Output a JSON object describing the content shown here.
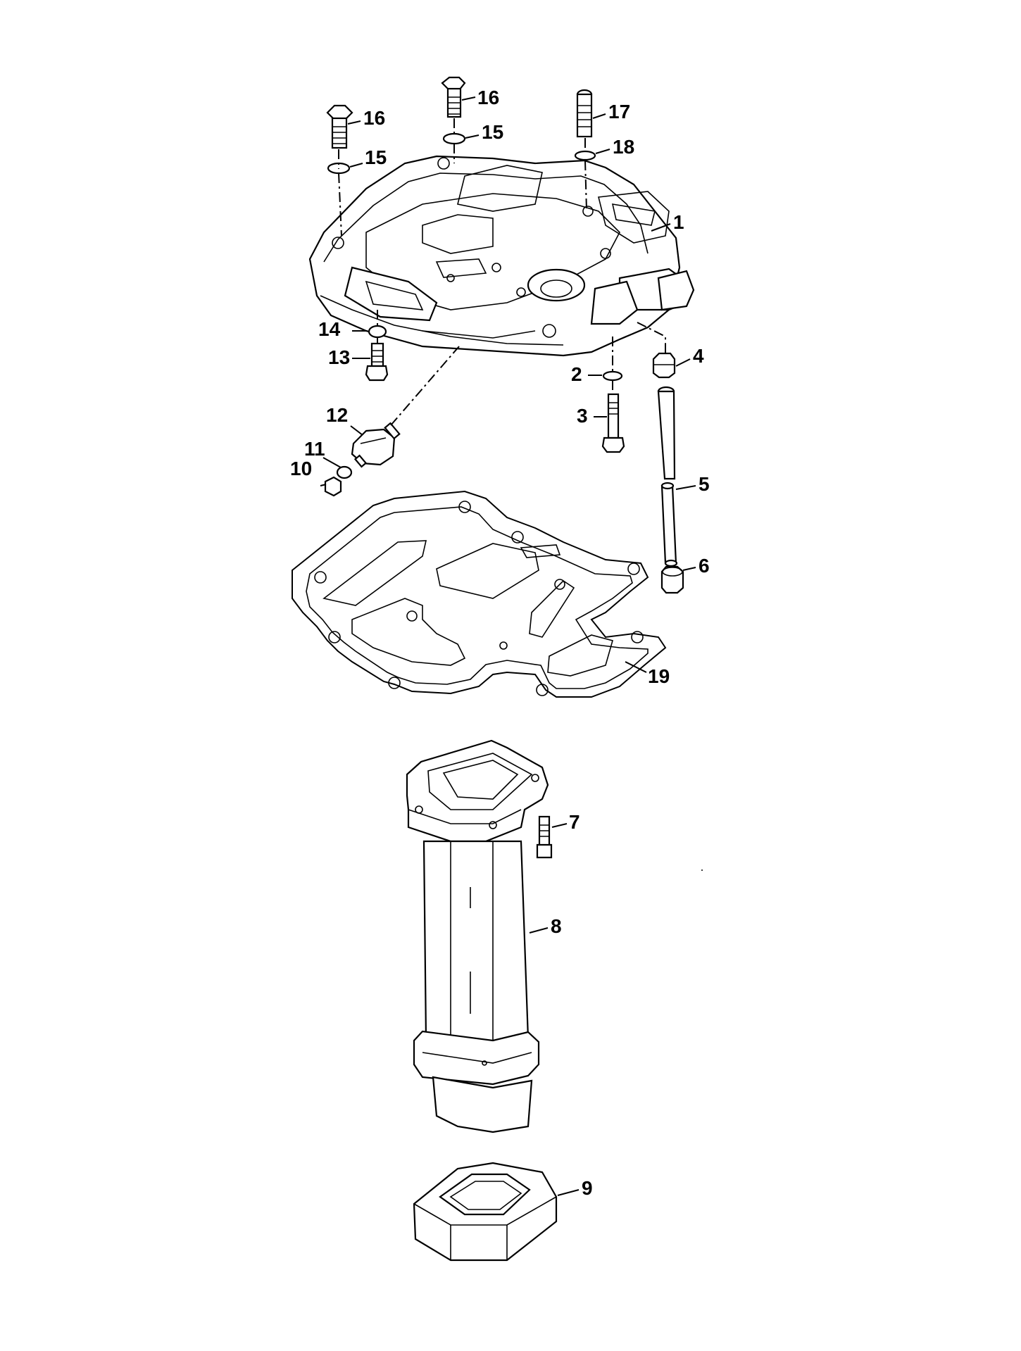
{
  "diagram": {
    "callouts": [
      {
        "id": "c1",
        "text": "1"
      },
      {
        "id": "c2",
        "text": "2"
      },
      {
        "id": "c3",
        "text": "3"
      },
      {
        "id": "c4",
        "text": "4"
      },
      {
        "id": "c5",
        "text": "5"
      },
      {
        "id": "c6",
        "text": "6"
      },
      {
        "id": "c7",
        "text": "7"
      },
      {
        "id": "c8",
        "text": "8"
      },
      {
        "id": "c9",
        "text": "9"
      },
      {
        "id": "c10",
        "text": "10"
      },
      {
        "id": "c11",
        "text": "11"
      },
      {
        "id": "c12",
        "text": "12"
      },
      {
        "id": "c13",
        "text": "13"
      },
      {
        "id": "c14",
        "text": "14"
      },
      {
        "id": "c15a",
        "text": "15"
      },
      {
        "id": "c15b",
        "text": "15"
      },
      {
        "id": "c16a",
        "text": "16"
      },
      {
        "id": "c16b",
        "text": "16"
      },
      {
        "id": "c17",
        "text": "17"
      },
      {
        "id": "c18",
        "text": "18"
      },
      {
        "id": "c19",
        "text": "19"
      }
    ]
  }
}
